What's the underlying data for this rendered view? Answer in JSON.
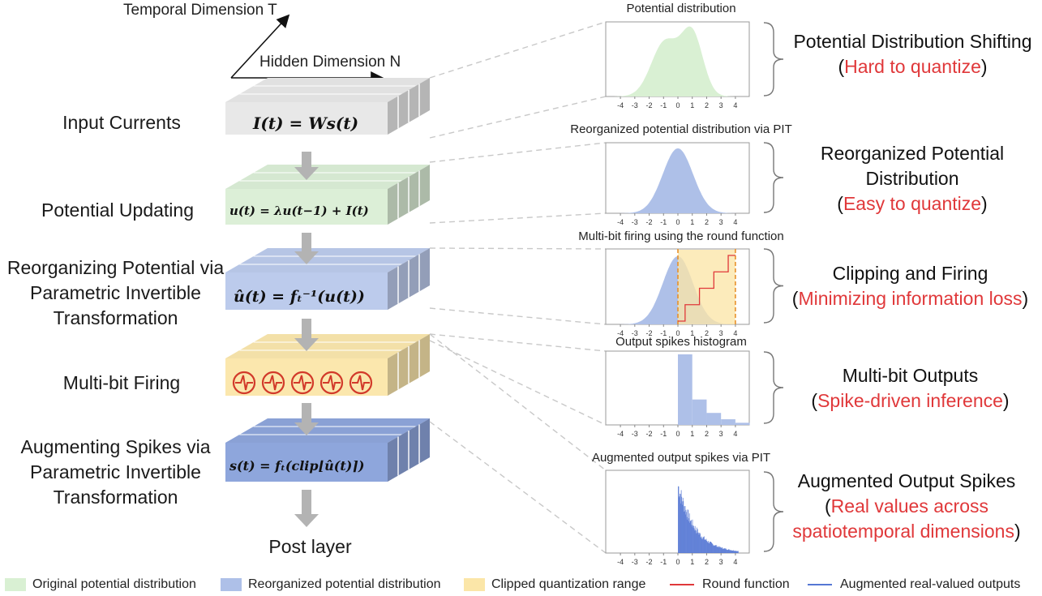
{
  "axes_labels": {
    "temporal": "Temporal Dimension T",
    "hidden": "Hidden Dimension N"
  },
  "stages": [
    {
      "label": "Input Currents",
      "equation": "I(t) = Ws(t)",
      "color": "#e8e8e8"
    },
    {
      "label": "Potential Updating",
      "equation": "u(t) = λu(t−1) + I(t)",
      "color": "#dcefd7"
    },
    {
      "label": "Reorganizing Potential via Parametric Invertible Transformation",
      "equation": "û(t) = fₜ⁻¹(u(t))",
      "color": "#bccbec"
    },
    {
      "label": "Multi-bit Firing",
      "equation": "",
      "color": "#fbe7ad"
    },
    {
      "label": "Augmenting Spikes via Parametric Invertible Transformation",
      "equation": "s(t) = fₜ(clip⌊û(t)⌉)",
      "color": "#8ea6dc"
    }
  ],
  "post_layer": "Post layer",
  "charts": [
    {
      "title": "Potential distribution",
      "desc_main": "Potential Distribution Shifting",
      "desc_sub": "Hard to quantize"
    },
    {
      "title": "Reorganized potential distribution via PIT",
      "desc_main": "Reorganized Potential Distribution",
      "desc_sub": "Easy to quantize"
    },
    {
      "title": "Multi-bit firing using the round function",
      "desc_main": "Clipping and Firing",
      "desc_sub": "Minimizing information loss"
    },
    {
      "title": "Output spikes histogram",
      "desc_main": "Multi-bit Outputs",
      "desc_sub": "Spike-driven inference"
    },
    {
      "title": "Augmented output spikes via PIT",
      "desc_main": "Augmented Output Spikes",
      "desc_sub": "Real values across spatiotemporal dimensions"
    }
  ],
  "tick_labels": [
    "-4",
    "-3",
    "-2",
    "-1",
    "0",
    "1",
    "2",
    "3",
    "4"
  ],
  "legend": [
    {
      "label": "Original potential distribution",
      "color": "#d9f0d3",
      "kind": "swatch"
    },
    {
      "label": "Reorganized potential distribution",
      "color": "#aec0e8",
      "kind": "swatch"
    },
    {
      "label": "Clipped quantization range",
      "color": "#fbe6a8",
      "kind": "swatch"
    },
    {
      "label": "Round function",
      "color": "#e0383a",
      "kind": "line"
    },
    {
      "label": "Augmented real-valued outputs",
      "color": "#5577d4",
      "kind": "line"
    }
  ],
  "colors": {
    "green_fill": "#d9f0d3",
    "blue_fill": "#aec0e8",
    "yellow_fill": "#fbe6a8",
    "red": "#e0383a",
    "dark_blue": "#5577d4",
    "arrow": "#b3b3b3"
  },
  "chart_data": {
    "type": "histogram",
    "output_spikes_histogram": {
      "x": [
        0,
        1,
        2,
        3,
        4
      ],
      "relative_heights": [
        1.0,
        0.36,
        0.17,
        0.08,
        0.03
      ]
    }
  }
}
